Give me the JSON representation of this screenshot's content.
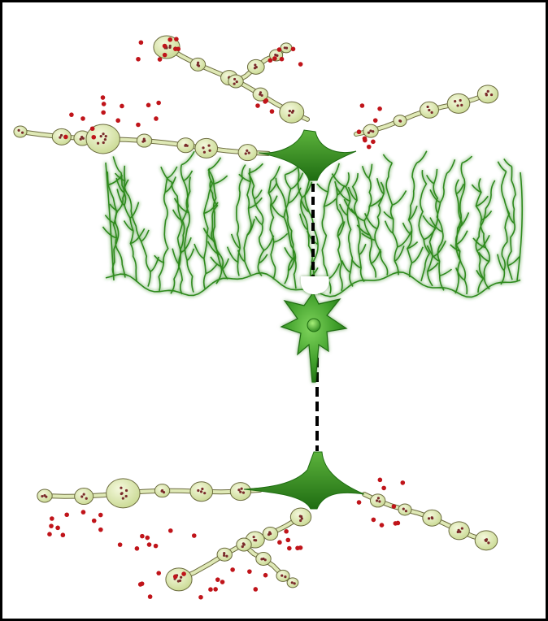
{
  "diagram": {
    "kind": "neuron-illustration",
    "labels": [],
    "colors": {
      "frame": "#000000",
      "background": "#ffffff",
      "dendrite_tree": "#2f8a1f",
      "dendrite_glow": "#9ee08a",
      "soma_fill": "#3f9e2a",
      "soma_dark": "#1f6d12",
      "nucleus": "#5cc23a",
      "process_fill": "#dfe9b6",
      "process_outline": "#6b6b3e",
      "varicosity_fill": "#d9e6a8",
      "vesicle": "#7a2b2b",
      "released_dot": "#c0141a",
      "axon_dash": "#000000"
    },
    "components": [
      "upper-fiber-terminals",
      "dendritic-arbor",
      "cell-body",
      "dashed-axon",
      "lower-fiber-terminals",
      "released-transmitter-dots"
    ]
  }
}
